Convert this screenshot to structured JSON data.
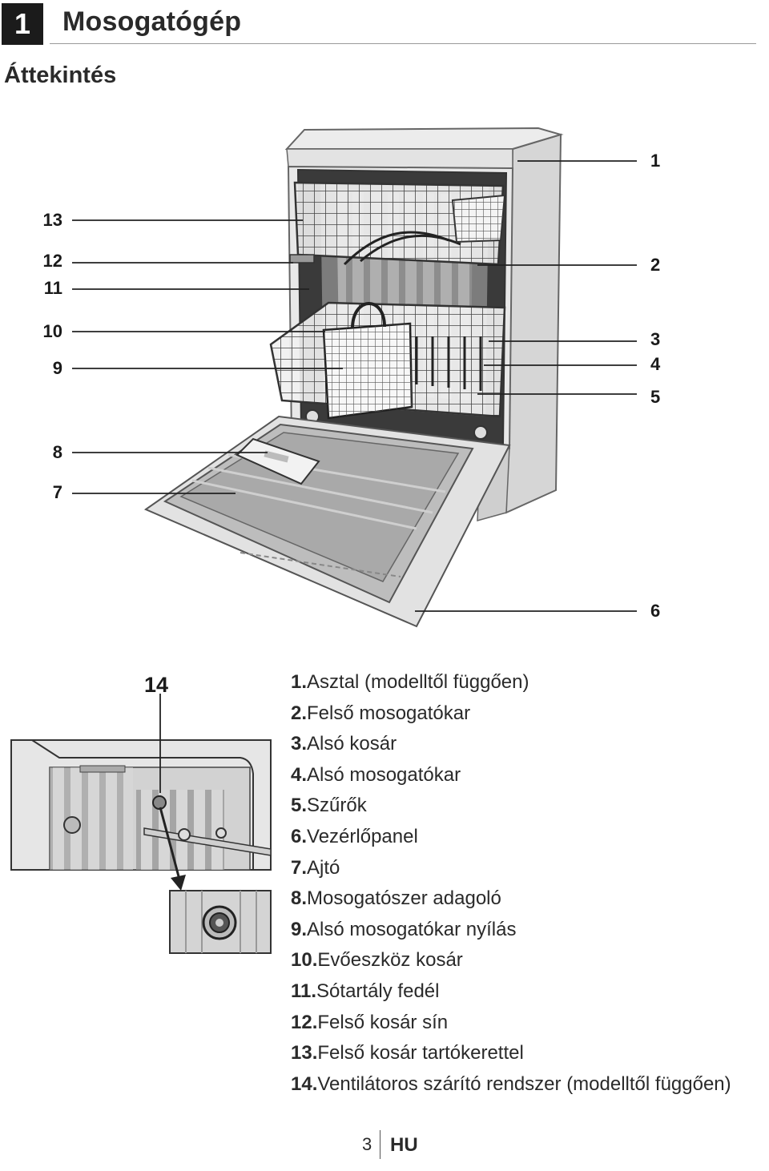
{
  "header": {
    "chapter_number": "1",
    "chapter_title": "Mosogatógép",
    "section_title": "Áttekintés"
  },
  "callouts": {
    "c1": "1",
    "c2": "2",
    "c3": "3",
    "c4": "4",
    "c5": "5",
    "c6": "6",
    "c7": "7",
    "c8": "8",
    "c9": "9",
    "c10": "10",
    "c11": "11",
    "c12": "12",
    "c13": "13",
    "c14": "14"
  },
  "legend": [
    {
      "num": "1.",
      "text": "Asztal (modelltől függően)"
    },
    {
      "num": "2.",
      "text": "Felső mosogatókar"
    },
    {
      "num": "3.",
      "text": "Alsó kosár"
    },
    {
      "num": "4.",
      "text": "Alsó mosogatókar"
    },
    {
      "num": "5.",
      "text": "Szűrők"
    },
    {
      "num": "6.",
      "text": "Vezérlőpanel"
    },
    {
      "num": "7.",
      "text": "Ajtó"
    },
    {
      "num": "8.",
      "text": "Mosogatószer adagoló"
    },
    {
      "num": "9.",
      "text": "Alsó mosogatókar nyílás"
    },
    {
      "num": "10.",
      "text": "Evőeszköz kosár"
    },
    {
      "num": "11.",
      "text": "Sótartály fedél"
    },
    {
      "num": "12.",
      "text": "Felső kosár sín"
    },
    {
      "num": "13.",
      "text": "Felső kosár tartókerettel"
    },
    {
      "num": "14.",
      "text": "Ventilátoros szárító rendszer (modelltől függően)"
    }
  ],
  "footer": {
    "page_number": "3",
    "language": "HU"
  }
}
